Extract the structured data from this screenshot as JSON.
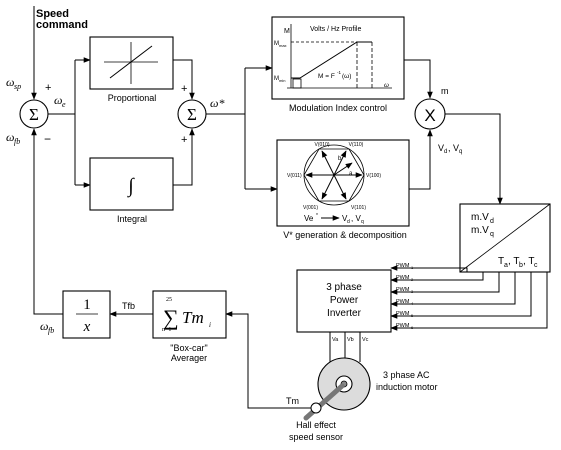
{
  "speed_command": {
    "line1": "Speed",
    "line2": "command"
  },
  "signals": {
    "omega_sp": "ω",
    "sp_sub": "sp",
    "omega_e": "ω",
    "e_sub": "e",
    "omega_fb": "ω",
    "fb_sub": "fb",
    "omega_fb2": "ω",
    "fb2_sub": "fb",
    "omega_star": "ω*",
    "m": "m",
    "vd": "V",
    "vd_sub": "d",
    "vq_comma": ", V",
    "vq_sub": "q",
    "tfb": "Tfb",
    "tm": "Tm"
  },
  "sum1": {
    "symbol": "Σ",
    "plus": "+",
    "minus": "−"
  },
  "sum2": {
    "symbol": "Σ",
    "plus_top": "+",
    "plus_bottom": "+"
  },
  "multiplier": {
    "symbol": "X"
  },
  "proportional": {
    "label": "Proportional"
  },
  "integral": {
    "symbol": "∫",
    "label": "Integral"
  },
  "modulation": {
    "title": "Volts / Hz Profile",
    "axis_m": "M",
    "m_max": "M",
    "m_max_sub": "max",
    "m_min": "M",
    "m_min_sub": "min",
    "formula": "M = F",
    "formula_sup": "-1",
    "formula_arg": "(ω)",
    "axis_omega": "ω",
    "label": "Modulation Index control"
  },
  "vector": {
    "v010": "V(010)",
    "v110": "V(110)",
    "v011": "V(011)",
    "v100": "V(100)",
    "v001": "V(001)",
    "v101": "V(101)",
    "a": "a",
    "b": "b",
    "ve": "Ve",
    "ve_sup": "*",
    "vdvq": "V",
    "vdvq_sub1": "d",
    "vdvq_mid": ", V",
    "vdvq_sub2": "q",
    "label": "V* generation & decomposition"
  },
  "decomposer": {
    "line1": "m.V",
    "line1_sub": "d",
    "line2": "m.V",
    "line2_sub": "q",
    "out": "T",
    "out_sub_a": "a",
    "out_mid1": ", T",
    "out_sub_b": "b",
    "out_mid2": ", T",
    "out_sub_c": "c"
  },
  "inverter": {
    "line1": "3 phase",
    "line2": "Power",
    "line3": "Inverter",
    "pwm": [
      "PWM",
      "PWM",
      "PWM",
      "PWM",
      "PWM",
      "PWM"
    ],
    "pwm_sub": [
      "1",
      "2",
      "3",
      "4",
      "5",
      "6"
    ],
    "va": "Va",
    "vb": "Vb",
    "vc": "Vc"
  },
  "motor": {
    "line1": "3 phase AC",
    "line2": "induction motor"
  },
  "sensor": {
    "line1": "Hall effect",
    "line2": "speed sensor"
  },
  "averager": {
    "upper": "25",
    "lower": "n=1",
    "sigma": "∑",
    "body": "Tm",
    "sub": "i",
    "label1": "\"Box-car\"",
    "label2": "Averager"
  },
  "reciprocal": {
    "num": "1",
    "den": "x"
  }
}
